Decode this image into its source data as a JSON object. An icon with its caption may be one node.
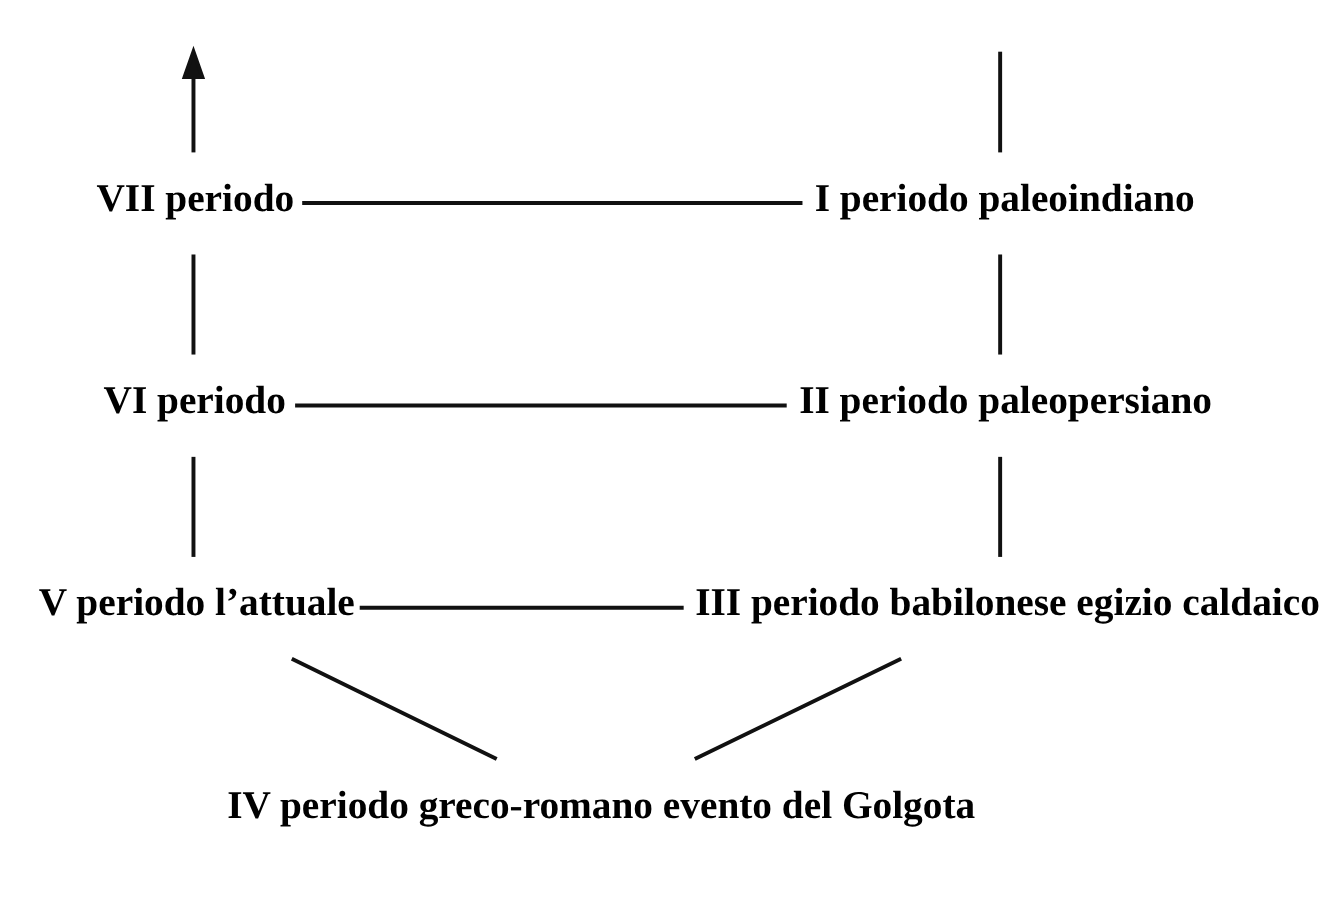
{
  "diagram": {
    "nodes": [
      {
        "text": [
          "I periodo paleoindiano"
        ]
      },
      {
        "text": [
          "II periodo paleopersiano"
        ]
      },
      {
        "text": [
          "III periodo babilonese egizio caldaico"
        ]
      },
      {
        "text": [
          "IV periodo greco-romano evento del Golgota"
        ]
      },
      {
        "text": [
          "V periodo l’attuale"
        ]
      },
      {
        "text": [
          "VI periodo"
        ]
      },
      {
        "text": [
          "VII periodo"
        ]
      }
    ],
    "edges": [
      {
        "from": null,
        "to": 0,
        "arrow": "none"
      },
      {
        "from": 0,
        "to": 1,
        "arrow": "none"
      },
      {
        "from": 1,
        "to": 2,
        "arrow": "none"
      },
      {
        "from": 2,
        "to": 3,
        "arrow": "none"
      },
      {
        "from": 3,
        "to": 4,
        "arrow": "none"
      },
      {
        "from": 4,
        "to": 5,
        "arrow": "none"
      },
      {
        "from": 5,
        "to": 6,
        "arrow": "none"
      },
      {
        "from": 6,
        "to": null,
        "arrow": "to"
      },
      {
        "from": 0,
        "to": 6,
        "arrow": "none"
      },
      {
        "from": 1,
        "to": 5,
        "arrow": "none"
      },
      {
        "from": 2,
        "to": 4,
        "arrow": "none"
      }
    ]
  }
}
